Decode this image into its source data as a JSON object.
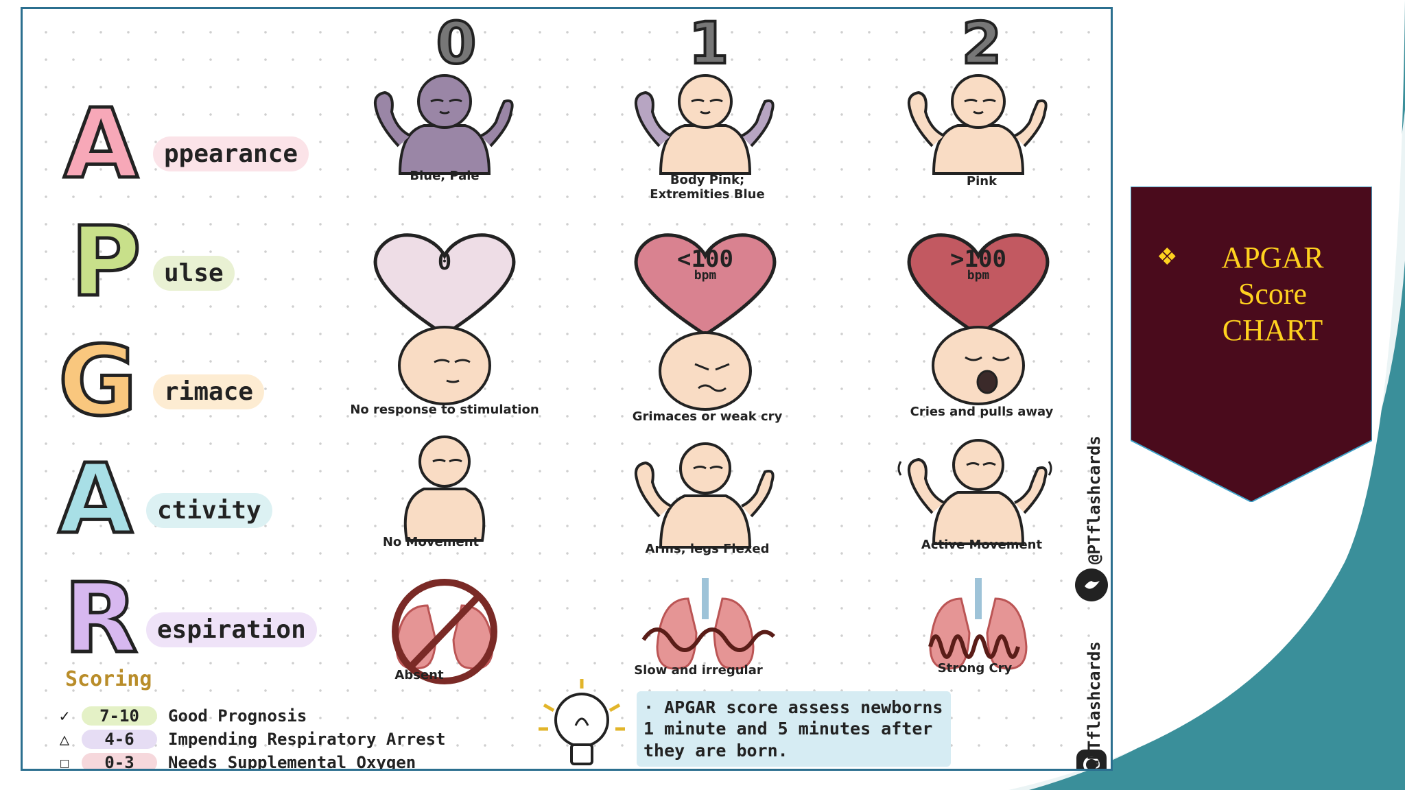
{
  "columns": [
    "0",
    "1",
    "2"
  ],
  "rows": [
    {
      "letter": "A",
      "word": "ppearance",
      "captions": [
        "Blue, Pale",
        "Body Pink;\nExtremities Blue",
        "Pink"
      ]
    },
    {
      "letter": "P",
      "word": "ulse",
      "captions": [
        "0",
        "<100",
        ">100"
      ]
    },
    {
      "letter": "G",
      "word": "rimace",
      "captions": [
        "No response to stimulation",
        "Grimaces or weak cry",
        "Cries and pulls away"
      ]
    },
    {
      "letter": "A",
      "word": "ctivity",
      "captions": [
        "No Movement",
        "Arms, legs Flexed",
        "Active Movement"
      ]
    },
    {
      "letter": "R",
      "word": "espiration",
      "captions": [
        "Absent",
        "Slow and irregular",
        "Strong Cry"
      ]
    }
  ],
  "pulse_unit": "bpm",
  "scoring": {
    "title": "Scoring",
    "items": [
      {
        "mark": "✓",
        "range": "7-10",
        "label": "Good Prognosis"
      },
      {
        "mark": "△",
        "range": "4-6",
        "label": "Impending Respiratory Arrest"
      },
      {
        "mark": "☐",
        "range": "0-3",
        "label": "Needs Supplemental Oxygen"
      }
    ]
  },
  "info_text": "· APGAR score assess newborns 1 minute and 5 minutes after they are born.",
  "handle": "@PTflashcards",
  "banner": {
    "bullet": "❖",
    "line1": "APGAR",
    "line2": "Score",
    "line3": "CHART"
  },
  "colors": {
    "border": "#2b6f8f",
    "banner": "#4a0b1c",
    "banner_text": "#ffd21f",
    "teal": "#3a8f9a"
  },
  "letter_colors": [
    "#f7a8b8",
    "#c8e08a",
    "#f9c77e",
    "#a8dfe6",
    "#d7b8ef"
  ],
  "word_bg": [
    "#fbe3e8",
    "#e9f1d3",
    "#fdecd2",
    "#dcf1f3",
    "#efe3f8"
  ],
  "icons": [
    "baby-blue-icon",
    "baby-pink-blue-extremities-icon",
    "baby-pink-icon",
    "heart-pale-icon",
    "heart-pink-icon",
    "heart-red-icon",
    "face-no-response-icon",
    "face-grimace-icon",
    "face-crying-icon",
    "baby-limp-icon",
    "baby-flexed-icon",
    "baby-active-icon",
    "lungs-absent-icon",
    "lungs-irregular-icon",
    "lungs-strong-icon",
    "lightbulb-icon",
    "instagram-icon",
    "twitter-icon"
  ]
}
